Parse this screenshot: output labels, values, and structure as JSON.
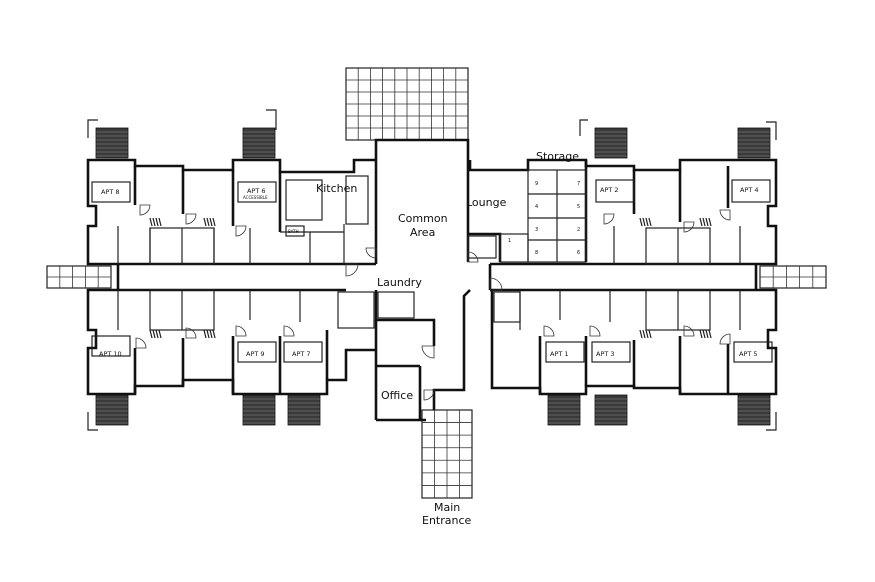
{
  "rooms": {
    "kitchen": "Kitchen",
    "common_area_line1": "Common",
    "common_area_line2": "Area",
    "lounge": "Lounge",
    "storage": "Storage",
    "laundry": "Laundry",
    "office": "Office",
    "bath": "BATH"
  },
  "entrance": {
    "line1": "Main",
    "line2": "Entrance"
  },
  "apartments": {
    "apt8": "APT 8",
    "apt6": "APT 6",
    "apt6_note": "ACCESSIBLE",
    "apt2": "APT 2",
    "apt4": "APT 4",
    "apt10": "APT 10",
    "apt9": "APT 9",
    "apt7": "APT 7",
    "apt1": "APT 1",
    "apt3": "APT 3",
    "apt5": "APT 5"
  },
  "storage_units": [
    "9",
    "7",
    "4",
    "5",
    "3",
    "2",
    "8",
    "6",
    "1"
  ]
}
